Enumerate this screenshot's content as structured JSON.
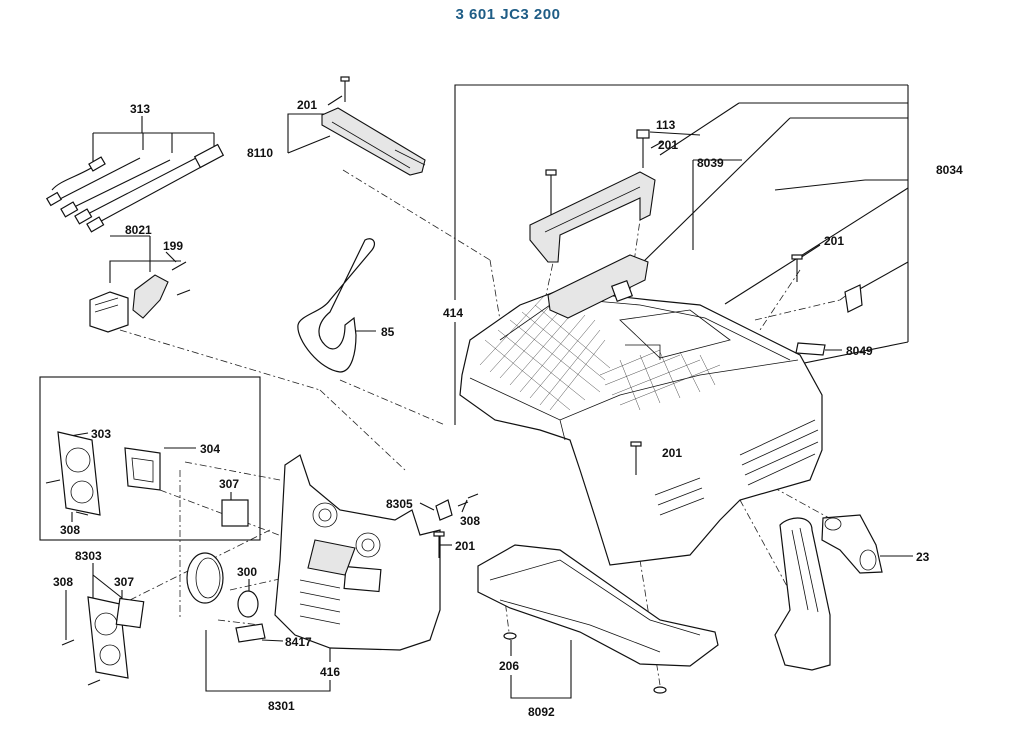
{
  "header": {
    "title": "3 601 JC3 200"
  },
  "labels": {
    "p313": "313",
    "p201_top": "201",
    "p8110": "8110",
    "p8021": "8021",
    "p199": "199",
    "p85": "85",
    "p414": "414",
    "p113": "113",
    "p201_handle": "201",
    "p8039": "8039",
    "p8034": "8034",
    "p201_right": "201",
    "p8049": "8049",
    "p303": "303",
    "p304": "304",
    "p307_box": "307",
    "p308_box": "308",
    "p8305": "8305",
    "p308_mid": "308",
    "p201_mid": "201",
    "p201_body": "201",
    "p23": "23",
    "p8303": "8303",
    "p308_left": "308",
    "p307_left": "307",
    "p300": "300",
    "p8417": "8417",
    "p416": "416",
    "p206": "206",
    "p8301": "8301",
    "p8092": "8092"
  }
}
